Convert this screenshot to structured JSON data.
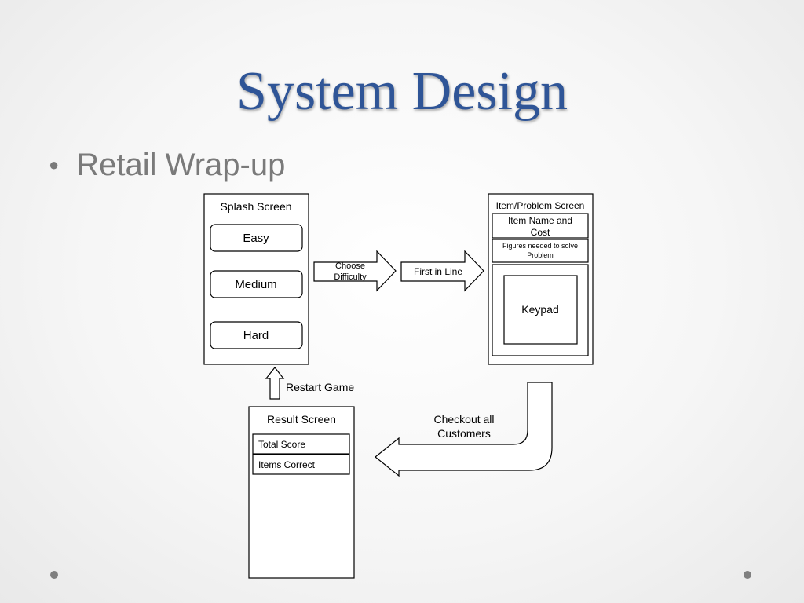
{
  "slide": {
    "title": "System Design",
    "bullet": "Retail Wrap-up"
  },
  "diagram": {
    "splash_screen": {
      "title": "Splash Screen",
      "buttons": [
        "Easy",
        "Medium",
        "Hard"
      ]
    },
    "arrow_choose_difficulty": [
      "Choose",
      "Difficulty"
    ],
    "arrow_first_in_line": "First in Line",
    "item_problem_screen": {
      "title": "Item/Problem Screen",
      "item_name": [
        "Item Name and",
        "Cost"
      ],
      "figures": [
        "Figures needed to solve",
        "Problem"
      ],
      "keypad": "Keypad"
    },
    "arrow_checkout": [
      "Checkout all",
      "Customers"
    ],
    "arrow_restart": "Restart Game",
    "result_screen": {
      "title": "Result Screen",
      "rows": [
        "Total Score",
        "Items Correct"
      ]
    }
  }
}
